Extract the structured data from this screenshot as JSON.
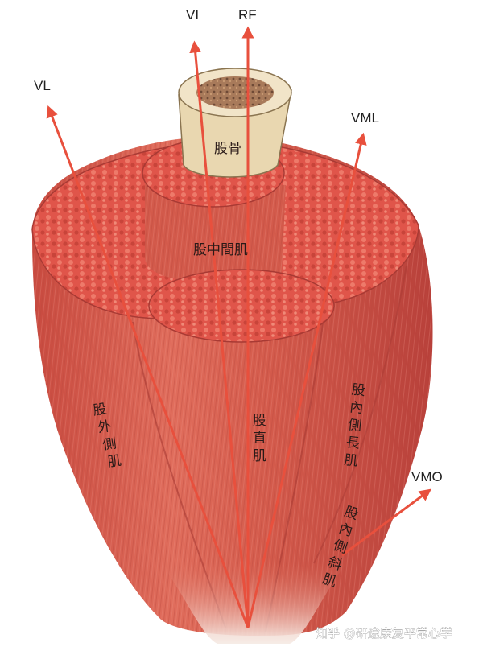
{
  "arrows": {
    "VI": {
      "label": "VI"
    },
    "RF": {
      "label": "RF"
    },
    "VL": {
      "label": "VL"
    },
    "VML": {
      "label": "VML"
    },
    "VMO": {
      "label": "VMO"
    }
  },
  "structures": {
    "femur": "股骨",
    "vastus_intermedius": "股中間肌",
    "vastus_lateralis": [
      "股",
      "外",
      "側",
      "肌"
    ],
    "rectus_femoris": [
      "股",
      "直",
      "肌"
    ],
    "vastus_medialis_longus": [
      "股",
      "內",
      "側",
      "長",
      "肌"
    ],
    "vastus_medialis_obliquus": [
      "股",
      "內",
      "側",
      "斜",
      "肌"
    ]
  },
  "watermark": "知乎 @研途康复平常心学",
  "colors": {
    "arrow": "#e8503d",
    "muscle": "#d9604f",
    "muscle_dark": "#b8403a",
    "muscle_light": "#eb8a78",
    "bone": "#e9d7b0",
    "tendon": "#f3e6e0"
  }
}
